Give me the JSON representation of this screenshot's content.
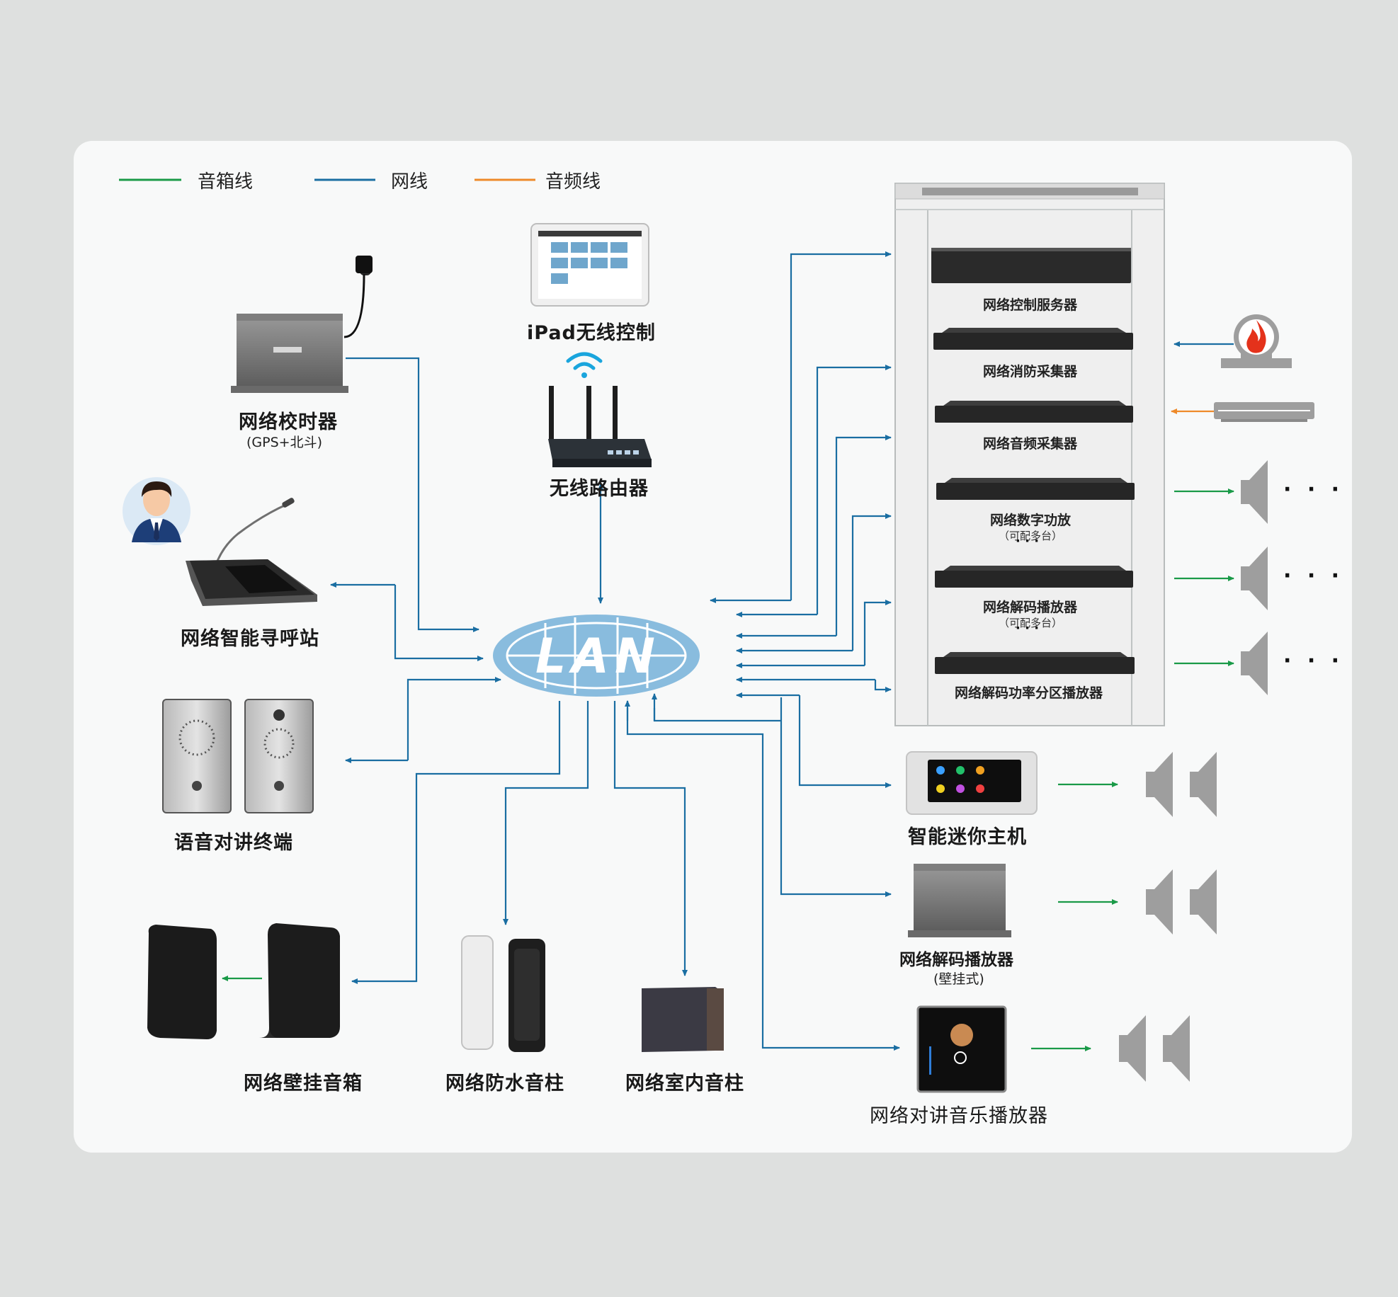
{
  "legend": {
    "speaker_line": "音箱线",
    "network_line": "网线",
    "audio_line": "音频线"
  },
  "colors": {
    "speaker_line": "#1a9a48",
    "network_line": "#1a6ea2",
    "audio_line": "#ee8a2a",
    "lan_fill": "#89bcde"
  },
  "center": {
    "lan": "LAN"
  },
  "left_devices": {
    "time_server": "网络校时器",
    "time_server_sub": "(GPS+北斗)",
    "paging_station": "网络智能寻呼站",
    "intercom_terminal": "语音对讲终端",
    "wall_speaker": "网络壁挂音箱",
    "waterproof_column": "网络防水音柱",
    "indoor_column": "网络室内音柱"
  },
  "top_devices": {
    "ipad": "iPad无线控制",
    "router": "无线路由器"
  },
  "rack": {
    "items": [
      {
        "label": "网络控制服务器"
      },
      {
        "label": "网络消防采集器"
      },
      {
        "label": "网络音频采集器"
      },
      {
        "label": "网络数字功放",
        "note": "（可配多台）"
      },
      {
        "label": "网络解码播放器",
        "note": "（可配多台）"
      },
      {
        "label": "网络解码功率分区播放器"
      }
    ],
    "more": "· · ·"
  },
  "right_devices": {
    "mini_host": "智能迷你主机",
    "wall_decoder": "网络解码播放器",
    "wall_decoder_sub": "(壁挂式)",
    "intercom_player": "网络对讲音乐播放器",
    "more": "· · ·"
  }
}
